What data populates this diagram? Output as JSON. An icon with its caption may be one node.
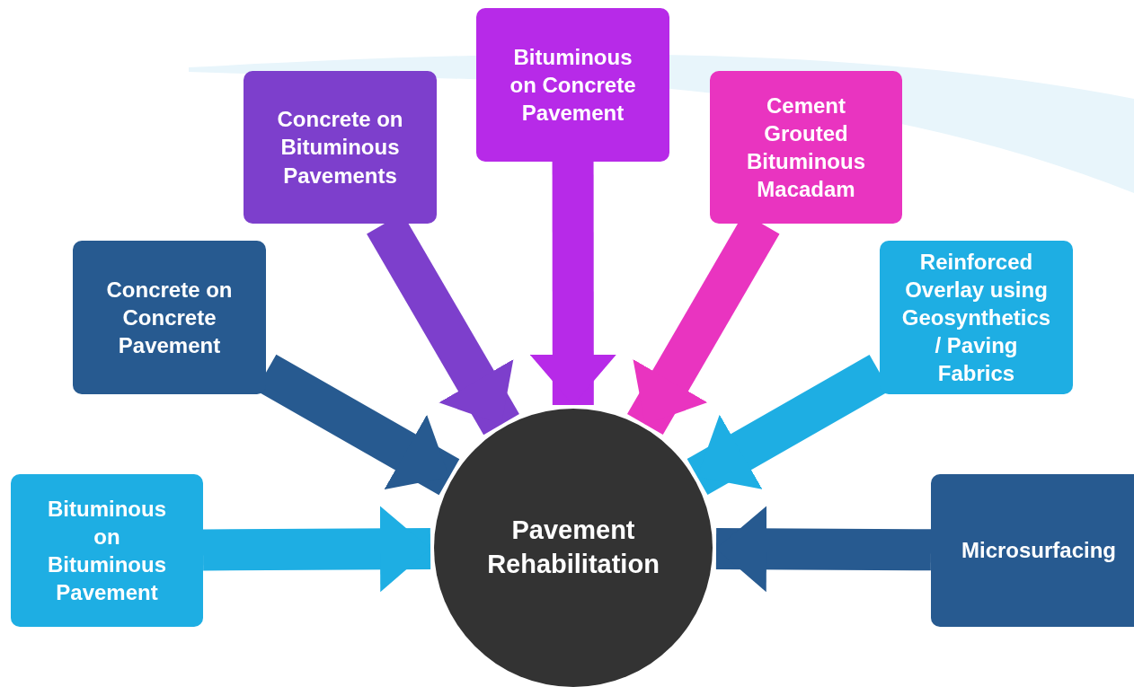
{
  "diagram": {
    "nodes": [
      {
        "text": [
          "Pavement Rehabilitation"
        ]
      },
      {
        "text": [
          "Bituminous on Bituminous Pavement"
        ]
      },
      {
        "text": [
          "Concrete on Concrete Pavement"
        ]
      },
      {
        "text": [
          "Concrete on Bituminous Pavements"
        ]
      },
      {
        "text": [
          "Bituminous on Concrete Pavement"
        ]
      },
      {
        "text": [
          "Cement Grouted Bituminous Macadam"
        ]
      },
      {
        "text": [
          "Reinforced Overlay using Geosynthetics / Paving Fabrics"
        ]
      },
      {
        "text": [
          "Microsurfacing"
        ]
      }
    ],
    "edges": [
      {
        "from": 1,
        "to": 0,
        "arrow": "to",
        "color": "#1eaee3"
      },
      {
        "from": 2,
        "to": 0,
        "arrow": "to",
        "color": "#275a90"
      },
      {
        "from": 3,
        "to": 0,
        "arrow": "to",
        "color": "#7d3fcc"
      },
      {
        "from": 4,
        "to": 0,
        "arrow": "to",
        "color": "#b72ae8"
      },
      {
        "from": 5,
        "to": 0,
        "arrow": "to",
        "color": "#e934c0"
      },
      {
        "from": 6,
        "to": 0,
        "arrow": "to",
        "color": "#1eaee3"
      },
      {
        "from": 7,
        "to": 0,
        "arrow": "to",
        "color": "#275a90"
      }
    ]
  }
}
